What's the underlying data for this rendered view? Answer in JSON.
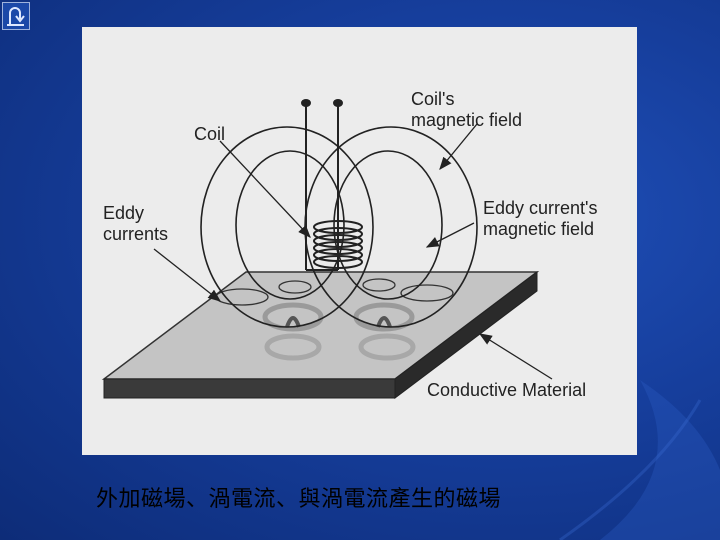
{
  "slide": {
    "caption": "外加磁場、渦電流、與渦電流產生的磁場",
    "nav_icon": "return-arrow-icon"
  },
  "figure": {
    "labels": {
      "coil": "Coil",
      "coil_field": "Coil's\nmagnetic field",
      "eddy_currents": "Eddy\ncurrents",
      "eddy_field": "Eddy current's\nmagnetic field",
      "material": "Conductive Material"
    }
  }
}
